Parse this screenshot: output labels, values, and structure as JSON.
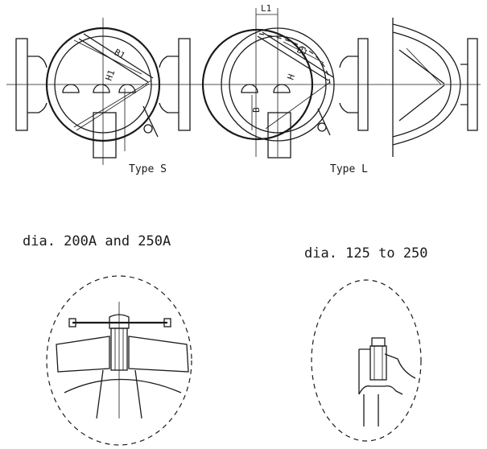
{
  "labels": {
    "type_s": "Type S",
    "type_l": "Type L",
    "b1_left": "B1",
    "h1_left": "H1",
    "b1_right": "B1",
    "h_right": "H",
    "l1": "L1",
    "b_right": "B",
    "caption_left": "dia. 200A and 250A",
    "caption_right": "dia. 125 to 250"
  },
  "colors": {
    "line": "#1a1a1a",
    "background": "#ffffff"
  }
}
